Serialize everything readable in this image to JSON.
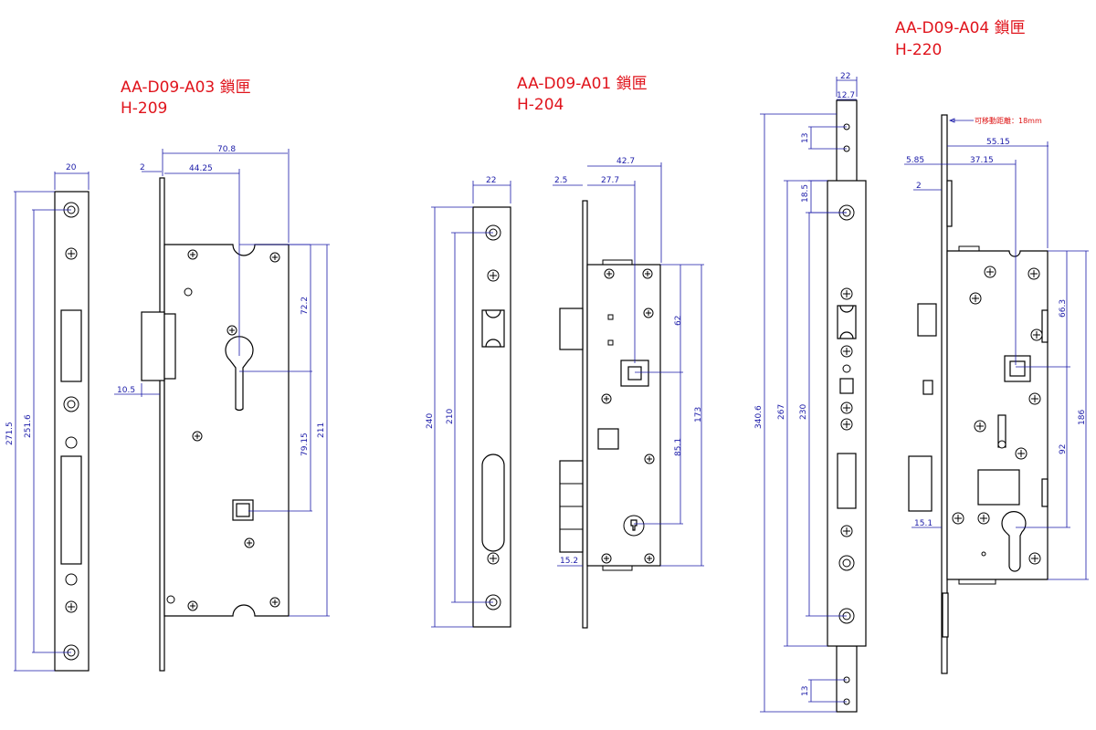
{
  "products": [
    {
      "model": "AA-D09-A03 鎖匣",
      "height_label": "H-209",
      "dimensions": [
        "20",
        "271.5",
        "251.6",
        "70.8",
        "2",
        "44.25",
        "10.5",
        "72.2",
        "79.15",
        "211"
      ]
    },
    {
      "model": "AA-D09-A01 鎖匣",
      "height_label": "H-204",
      "dimensions": [
        "22",
        "240",
        "210",
        "42.7",
        "2.5",
        "27.7",
        "62",
        "173",
        "85.1",
        "15.2"
      ]
    },
    {
      "model": "AA-D09-A04 鎖匣",
      "height_label": "H-220",
      "dimensions": [
        "22",
        "12.7",
        "13",
        "18.5",
        "340.6",
        "267",
        "230",
        "13",
        "5.85",
        "37.15",
        "55.15",
        "2",
        "66.3",
        "186",
        "92",
        "15.1"
      ],
      "note": "可移動距離：18mm"
    }
  ]
}
